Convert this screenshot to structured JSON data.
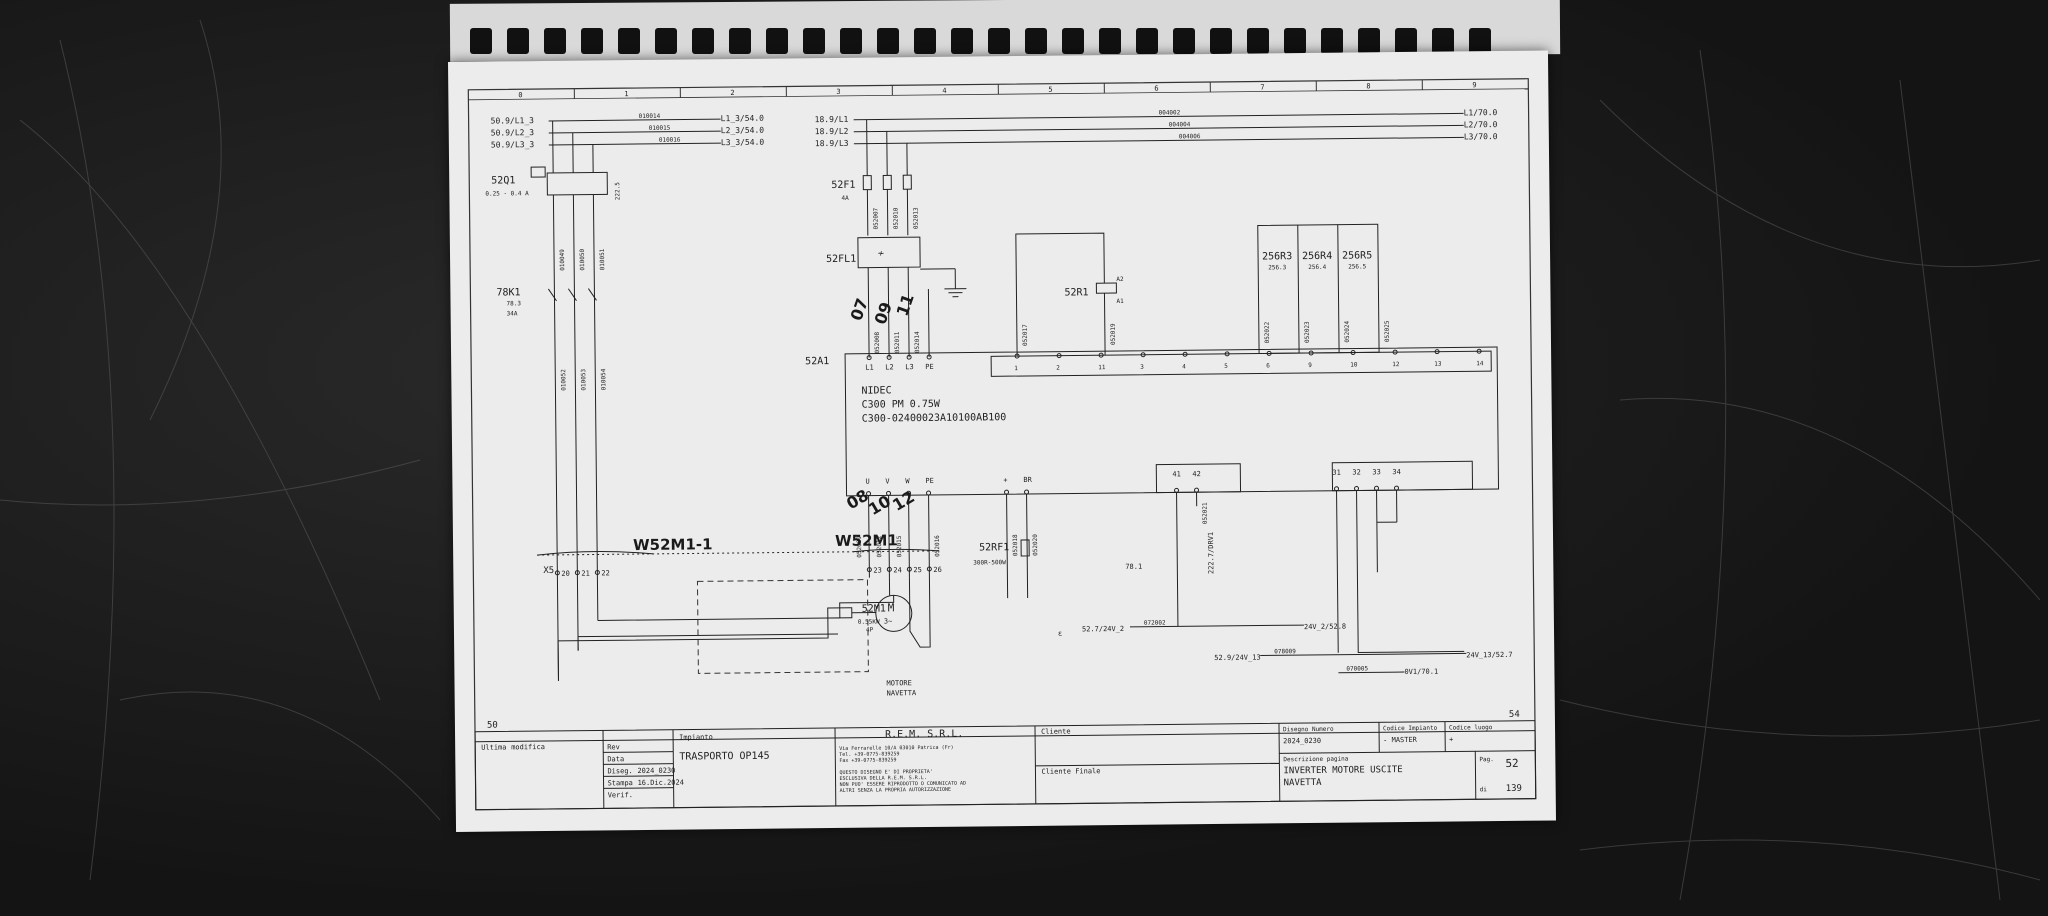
{
  "header": {
    "col_numbers": [
      "0",
      "1",
      "2",
      "3",
      "4",
      "5",
      "6",
      "7",
      "8",
      "9"
    ]
  },
  "supply": {
    "left_in": [
      "50.9/L1_3",
      "50.9/L2_3",
      "50.9/L3_3"
    ],
    "left_codes": [
      "010014",
      "010015",
      "010016"
    ],
    "left_out": [
      "L1_3/54.0",
      "L2_3/54.0",
      "L3_3/54.0"
    ],
    "right_in": [
      "18.9/L1",
      "18.9/L2",
      "18.9/L3"
    ],
    "right_codes": [
      "004002",
      "004004",
      "004006"
    ],
    "right_out": [
      "L1/70.0",
      "L2/70.0",
      "L3/70.0"
    ]
  },
  "components": {
    "q1": "52Q1",
    "q1_rating": "0.25 - 0.4 A",
    "q1_ref": "222.5",
    "f1": "52F1",
    "f1_rating": "4A",
    "fl1": "52FL1",
    "k1": "78K1",
    "k1_ref1": "78.3",
    "k1_ref2": "34A",
    "r1": "52R1",
    "r1_a2": "A2",
    "r1_a1": "A1",
    "a1": "52A1",
    "drive_make": "NIDEC",
    "drive_model": "C300 PM 0.75W",
    "drive_code": "C300-02400023A10100AB100",
    "rf1": "52RF1",
    "rf1_rating": "300R-500W",
    "m1": "52M1",
    "m1_power": "0.55KW",
    "m1_poles": "4P",
    "motor_label": "MOTORE",
    "motor_label2": "NAVETTA",
    "x5": "X5",
    "relays": [
      "256R3",
      "256R4",
      "256R5"
    ],
    "relay_refs": [
      "256.3",
      "256.4",
      "256.5"
    ],
    "cable1": "W52M1-1",
    "cable2": "W52M1",
    "drv": "222.7/DRV1",
    "ref_781": "78.1"
  },
  "terminals": {
    "input": [
      "L1",
      "L2",
      "L3",
      "PE"
    ],
    "output": [
      "U",
      "V",
      "W",
      "PE"
    ],
    "brake": [
      "+",
      "BR"
    ],
    "ctrl": [
      "1",
      "2",
      "11",
      "3",
      "4",
      "5",
      "6",
      "9",
      "10",
      "12",
      "13",
      "14"
    ],
    "ana": [
      "41",
      "42"
    ],
    "relay_out": [
      "31",
      "32",
      "33",
      "34"
    ],
    "x5": [
      "20",
      "21",
      "22",
      "23",
      "24",
      "25",
      "26"
    ]
  },
  "wires": {
    "w1": [
      "010049",
      "010050",
      "010051"
    ],
    "w2": [
      "052007",
      "052010",
      "052013"
    ],
    "w3": [
      "052008",
      "052011",
      "052014"
    ],
    "w4": [
      "052009",
      "052012",
      "052015",
      "052016"
    ],
    "w5": [
      "052017",
      "052019"
    ],
    "w6": [
      "052022",
      "052023",
      "052024",
      "052025"
    ],
    "w7": [
      "052018",
      "052020"
    ],
    "w8": "052021",
    "w9": [
      "010052",
      "010053",
      "010054"
    ]
  },
  "outputs": {
    "v24_in": "52.7/24V_2",
    "v24_code": "072002",
    "v24_out": "24V_2/52.8",
    "v24_13_in": "52.9/24V_13",
    "v24_13_code": "078009",
    "v24_13_out": "24V_13/52.7",
    "ov_code": "070005",
    "ov_out": "0V1/70.1"
  },
  "handwritten": {
    "h1": "07",
    "h2": "09",
    "h3": "11",
    "h4": "08",
    "h5": "10",
    "h6": "12",
    "page_left": "50",
    "page_right": "54"
  },
  "titleblock": {
    "ultima": "Ultima",
    "ultima2": "modifica",
    "rev": "Rev",
    "data": "Data",
    "disegno_lbl": "Diseg.",
    "disegno_val": "2024_0230",
    "stampa_lbl": "Stampa",
    "stampa_val": "16.Dic.2024",
    "verif": "Verif.",
    "impianto_lbl": "Impianto",
    "impianto_val": "TRASPORTO OP145",
    "company": "R.E.M. S.R.L.",
    "company_addr1": "Via Ferrarelle 10/A 03010 Patrica (Fr)",
    "company_addr2": "Tel. +39-0775-839259",
    "company_addr3": "Fax +39-0775-839259",
    "notice1": "QUESTO DISEGNO E' DI PROPRIETA'",
    "notice2": "ESCLUSIVA DELLA R.E.M. S.R.L.",
    "notice3": "NON PUO' ESSERE RIPRODOTTO O COMUNICATO AD",
    "notice4": "ALTRI SENZA LA PROPRIA AUTORIZZAZIONE",
    "cliente": "Cliente",
    "cliente_finale": "Cliente Finale",
    "disegno_num_lbl": "Disegno Numero",
    "disegno_num_val": "2024_0230",
    "codice_imp_lbl": "Codice Impianto",
    "codice_imp_val": "- MASTER",
    "codice_luogo_lbl": "Codice luogo",
    "codice_luogo_val": "+",
    "descr_lbl": "Descrizione pagina",
    "descr_val1": "INVERTER MOTORE USCITE",
    "descr_val2": "NAVETTA",
    "pag_lbl": "Pag.",
    "pag_val": "52",
    "di_lbl": "di",
    "di_val": "139"
  }
}
